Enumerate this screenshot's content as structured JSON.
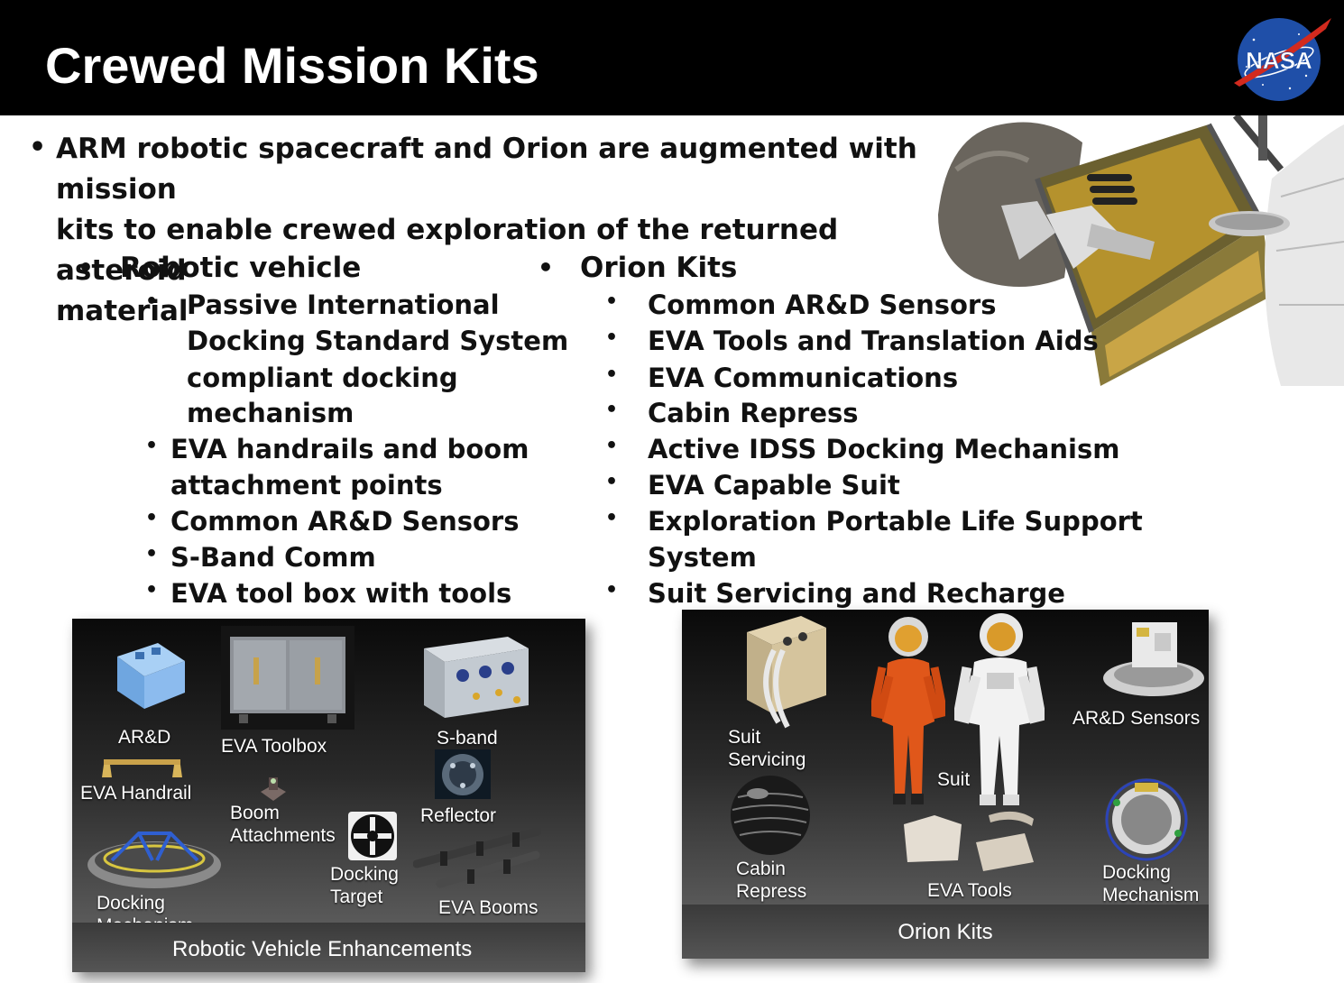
{
  "header": {
    "title": "Crewed Mission Kits",
    "logo_text": "NASA"
  },
  "intro": {
    "lines": [
      "ARM robotic spacecraft and Orion are augmented with mission",
      "kits to enable crewed exploration of the returned asteroid",
      "material"
    ]
  },
  "robotic": {
    "heading": "Robotic vehicle",
    "item1_lines": [
      "Passive International",
      "Docking Standard System",
      "compliant docking",
      "mechanism"
    ],
    "item2_lines": [
      "EVA handrails and boom",
      "attachment points"
    ],
    "item3": "Common AR&D Sensors",
    "item4": "S-Band Comm",
    "item5": "EVA tool box with tools"
  },
  "orion": {
    "heading": "Orion Kits",
    "items": [
      "Common AR&D Sensors",
      "EVA Tools and Translation Aids",
      "EVA Communications",
      "Cabin Repress",
      "Active IDSS Docking Mechanism",
      "EVA Capable Suit",
      "Exploration Portable Life Support",
      "System",
      "Suit Servicing and Recharge"
    ]
  },
  "left_panel": {
    "caption": "Robotic Vehicle Enhancements",
    "labels": {
      "ard": "AR&D",
      "toolbox": "EVA Toolbox",
      "sband": "S-band",
      "handrail": "EVA Handrail",
      "boom1": "Boom",
      "boom2": "Attachments",
      "reflector": "Reflector",
      "target1": "Docking",
      "target2": "Target",
      "dock1": "Docking",
      "dock2": "Mechanism",
      "booms": "EVA Booms"
    }
  },
  "right_panel": {
    "caption": "Orion Kits",
    "labels": {
      "servicing1": "Suit",
      "servicing2": "Servicing",
      "suit": "Suit",
      "ard": "AR&D Sensors",
      "repress1": "Cabin",
      "repress2": "Repress",
      "tools": "EVA Tools",
      "dock1": "Docking",
      "dock2": "Mechanism"
    }
  },
  "colors": {
    "header_bg": "#000000",
    "title": "#ffffff",
    "nasa_blue": "#1f4fa8",
    "nasa_red": "#d22a1e",
    "suit_orange": "#e0571a"
  }
}
